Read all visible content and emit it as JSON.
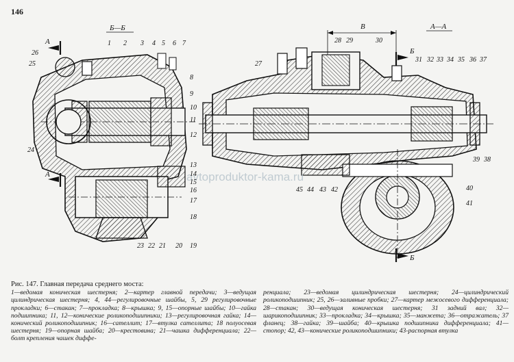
{
  "page_number": "146",
  "watermark": "avtoproduktor-kama.ru",
  "sections": {
    "b_b": "Б—Б",
    "a_a": "А—А",
    "dim_v": "В",
    "arrow_a_top": "А",
    "arrow_a_bottom": "А",
    "arrow_b_top": "Б",
    "arrow_b_bottom": "Б"
  },
  "labels_left": [
    "1",
    "2",
    "3",
    "4",
    "5",
    "6",
    "7",
    "8",
    "9",
    "10",
    "11",
    "12",
    "13",
    "14",
    "15",
    "16",
    "17",
    "18",
    "19",
    "20",
    "21",
    "22",
    "23",
    "24",
    "25",
    "26"
  ],
  "labels_right": [
    "27",
    "28",
    "29",
    "30",
    "31",
    "32",
    "33",
    "34",
    "35",
    "36",
    "37",
    "38",
    "39",
    "40",
    "41",
    "42",
    "43",
    "44",
    "45"
  ],
  "caption": {
    "title": "Рис. 147. Главная передача среднего моста:",
    "col1": "1—ведомая коническая шестерня; 2—картер главной передачи; 3—ведущая цилиндрическая шестерня; 4, 44—регулировочные шайбы, 5, 29 регулировочные прокладки; 6—стакан; 7—прокладка; 8—крышка; 9, 15—опорные шайбы; 10—гайка подшипника; 11, 12—конические роликоподшипники; 13—регулировочная гайка; 14—конический роликоподшипник; 16—сателлит; 17—втулка сателлита; 18 полуосевая шестерня; 19—опорная шайба; 20—крестовина; 21—чашка дифференциала; 22—болт крепления чашек диффе-",
    "col2": "ренциала; 23—ведомая цилиндрическая шестерня; 24—цилиндрический роликоподшипник; 25, 26—заливные пробки; 27—картер межосевого дифференциала; 28—стакан; 30—ведущая коническая шестерня; 31 задний вал; 32—шарикоподшипник; 33—прокладка; 34—крышка; 35—манжета; 36—отражатель; 37 фланец; 38—гайка; 39—шайба; 40—крышка подшипника дифференциала; 41—стопор; 42, 43—конические роликоподшипники; 43-распорная втулка"
  }
}
